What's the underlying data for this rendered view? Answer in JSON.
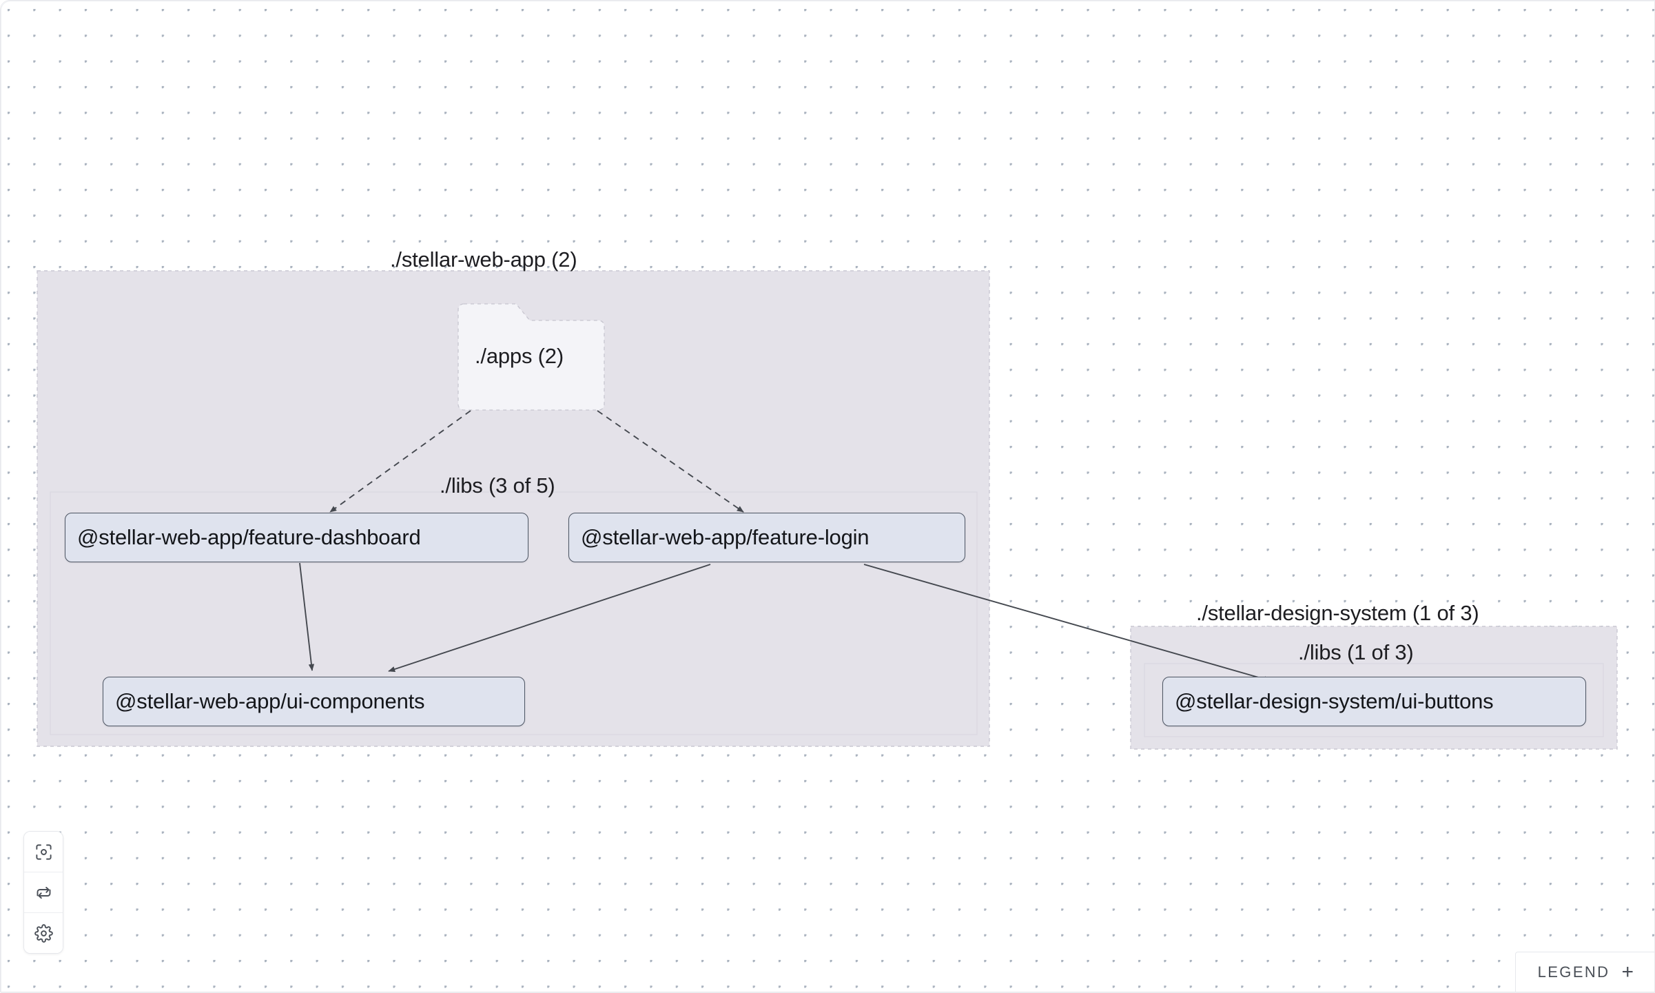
{
  "app": {
    "name": "project-graph-canvas",
    "background_color": "#ffffff",
    "grid_dot_color": "#aab3bf"
  },
  "graph": {
    "projects": [
      {
        "id": "stellar-web-app",
        "label": "./stellar-web-app (2)",
        "fill": "#e4e2e9",
        "border_color": "#c9c7d2",
        "sub_groups": [
          {
            "id": "stellar-web-app-libs",
            "label": "./libs (3 of 5)",
            "fill": "#e4e2e9",
            "border_color": "#d7d5de"
          }
        ],
        "folder_node": {
          "id": "apps-folder",
          "label": "./apps (2)",
          "fill": "#f4f4f8",
          "border_color": "#c3c2cb"
        }
      },
      {
        "id": "stellar-design-system",
        "label": "./stellar-design-system (1 of 3)",
        "fill": "#e4e2e9",
        "border_color": "#c9c7d2",
        "sub_groups": [
          {
            "id": "stellar-design-system-libs",
            "label": "./libs (1 of 3)",
            "fill": "#e4e2e9",
            "border_color": "#d7d5de"
          }
        ]
      }
    ],
    "nodes": [
      {
        "id": "feature-dashboard",
        "label": "@stellar-web-app/feature-dashboard",
        "fill": "#dfe3ee",
        "border_color": "#4d5563"
      },
      {
        "id": "feature-login",
        "label": "@stellar-web-app/feature-login",
        "fill": "#dfe3ee",
        "border_color": "#4d5563"
      },
      {
        "id": "ui-components",
        "label": "@stellar-web-app/ui-components",
        "fill": "#dfe3ee",
        "border_color": "#4d5563"
      },
      {
        "id": "ui-buttons",
        "label": "@stellar-design-system/ui-buttons",
        "fill": "#dfe3ee",
        "border_color": "#4d5563"
      }
    ],
    "edges": [
      {
        "from": "apps-folder",
        "to": "feature-dashboard",
        "style": "dashed",
        "color": "#44484f"
      },
      {
        "from": "apps-folder",
        "to": "feature-login",
        "style": "dashed",
        "color": "#44484f"
      },
      {
        "from": "feature-dashboard",
        "to": "ui-components",
        "style": "solid",
        "color": "#44484f"
      },
      {
        "from": "feature-login",
        "to": "ui-components",
        "style": "solid",
        "color": "#44484f"
      },
      {
        "from": "feature-login",
        "to": "ui-buttons",
        "style": "solid",
        "color": "#44484f"
      }
    ]
  },
  "controls": {
    "buttons": [
      {
        "id": "focus",
        "icon": "focus-target-icon",
        "title": "Focus graph"
      },
      {
        "id": "refresh",
        "icon": "refresh-icon",
        "title": "Refresh graph"
      },
      {
        "id": "settings",
        "icon": "gear-icon",
        "title": "Settings"
      }
    ]
  },
  "legend": {
    "label": "LEGEND",
    "toggle_glyph": "+"
  }
}
